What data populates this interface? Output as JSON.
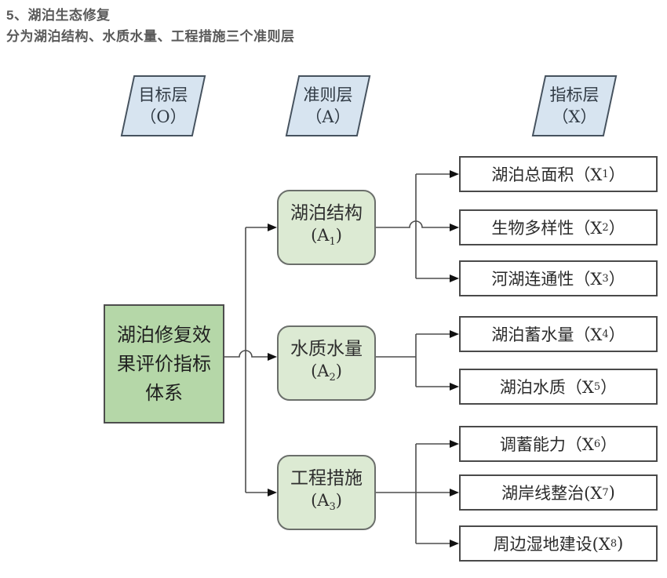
{
  "page": {
    "title": "5、湖泊生态修复",
    "subtitle": "分为湖泊结构、水质水量、工程措施三个准则层"
  },
  "layer_tags": [
    {
      "name": "目标层",
      "code": "（O）"
    },
    {
      "name": "准则层",
      "code": "（A）"
    },
    {
      "name": "指标层",
      "code": "（X）"
    }
  ],
  "goal": {
    "text": "湖泊修复效果评价指标体系"
  },
  "criteria": [
    {
      "label": "湖泊结构",
      "code_pre": "(A",
      "code_sub": "1",
      "code_post": ")"
    },
    {
      "label": "水质水量",
      "code_pre": "(A",
      "code_sub": "2",
      "code_post": ")"
    },
    {
      "label": "工程措施",
      "code_pre": "(A",
      "code_sub": "3",
      "code_post": ")"
    }
  ],
  "indicators": [
    {
      "pre": "湖泊总面积（X",
      "sub": "1",
      "post": "）"
    },
    {
      "pre": "生物多样性（X",
      "sub": "2",
      "post": "）"
    },
    {
      "pre": "河湖连通性（X",
      "sub": "3",
      "post": "）"
    },
    {
      "pre": "湖泊蓄水量（X",
      "sub": "4",
      "post": "）"
    },
    {
      "pre": "湖泊水质（X",
      "sub": "5",
      "post": "）"
    },
    {
      "pre": "调蓄能力（X",
      "sub": "6",
      "post": "）"
    },
    {
      "pre": "湖岸线整治(X",
      "sub": "7",
      "post": ")"
    },
    {
      "pre": "周边湿地建设(X",
      "sub": "8",
      "post": ")"
    }
  ],
  "colors": {
    "title_text": "#595959",
    "tag_fill": "#d7e4f0",
    "tag_border": "#46525e",
    "goal_fill": "#b5d7a8",
    "criterion_fill": "#dcead3",
    "indicator_fill": "#ffffff",
    "box_border": "#4d4d4d",
    "line": "#4d4d4d",
    "arrow": "#111111"
  }
}
